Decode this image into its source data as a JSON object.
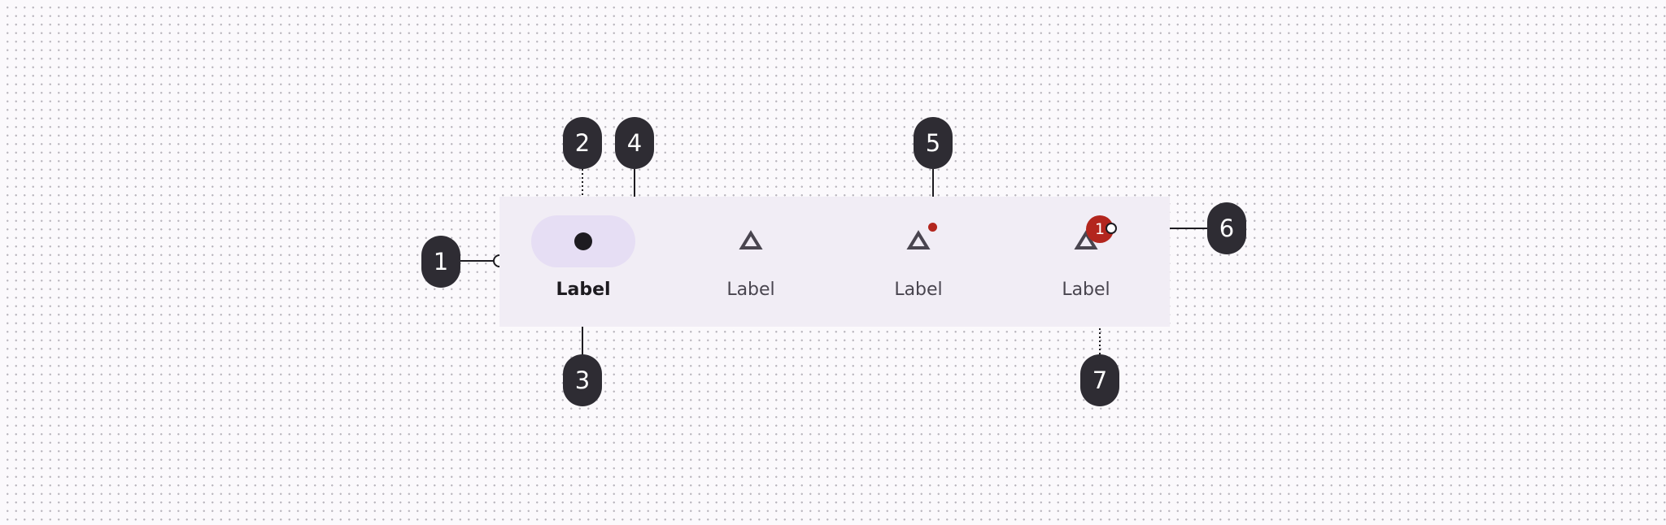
{
  "navigation_bar": {
    "items": [
      {
        "label": "Label",
        "active": true,
        "icon": "filled-circle-icon",
        "badge": null
      },
      {
        "label": "Label",
        "active": false,
        "icon": "triangle-icon",
        "badge": null
      },
      {
        "label": "Label",
        "active": false,
        "icon": "triangle-icon",
        "badge": "small-dot"
      },
      {
        "label": "Label",
        "active": false,
        "icon": "triangle-icon",
        "badge": "1"
      }
    ]
  },
  "callouts": [
    "1",
    "2",
    "3",
    "4",
    "5",
    "6",
    "7"
  ],
  "colors": {
    "container": "#f1edf5",
    "active_indicator": "#e6def4",
    "badge": "#b3261e",
    "callout": "#2e2c33",
    "icon_active": "#1d1b20",
    "icon_inactive": "#49454f"
  }
}
